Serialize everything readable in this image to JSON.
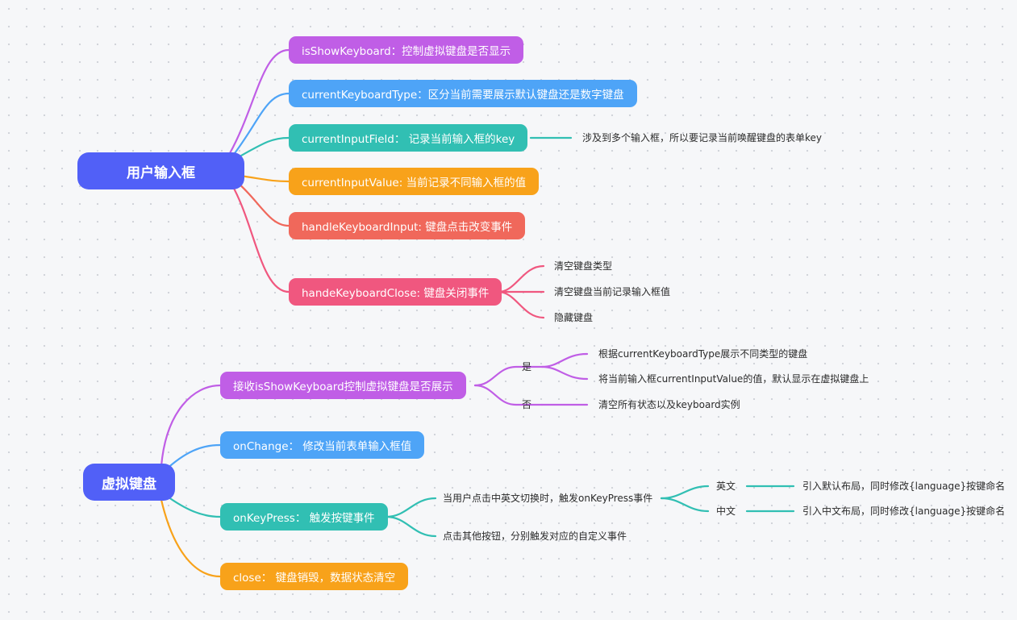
{
  "colors": {
    "root": "#5160f7",
    "purple": "#c05ee6",
    "blue": "#4ea4f7",
    "teal": "#31bfb3",
    "orange": "#f8a21a",
    "red": "#f0685b",
    "pink": "#f0577f"
  },
  "tree1": {
    "root": "用户输入框",
    "branches": [
      {
        "label": "isShowKeyboard：控制虚拟键盘是否显示"
      },
      {
        "label": "currentKeyboardType：区分当前需要展示默认键盘还是数字键盘"
      },
      {
        "label": "currentInputField： 记录当前输入框的key",
        "note": "涉及到多个输入框，所以要记录当前唤醒键盘的表单key"
      },
      {
        "label": "currentInputValue: 当前记录不同输入框的值"
      },
      {
        "label": "handleKeyboardInput: 键盘点击改变事件"
      },
      {
        "label": "handeKeyboardClose: 键盘关闭事件",
        "children": [
          "清空键盘类型",
          "清空键盘当前记录输入框值",
          "隐藏键盘"
        ]
      }
    ]
  },
  "tree2": {
    "root": "虚拟键盘",
    "branches": [
      {
        "label": "接收isShowKeyboard控制虚拟键盘是否展示",
        "yes": "是",
        "yes_items": [
          "根据currentKeyboardType展示不同类型的键盘",
          "将当前输入框currentInputValue的值，默认显示在虚拟键盘上"
        ],
        "no": "否",
        "no_item": "清空所有状态以及keyboard实例"
      },
      {
        "label": "onChange： 修改当前表单输入框值"
      },
      {
        "label": "onKeyPress： 触发按键事件",
        "switch_label": "当用户点击中英文切换时，触发onKeyPress事件",
        "en": "英文",
        "en_item": "引入默认布局，同时修改{language}按键命名",
        "zh": "中文",
        "zh_item": "引入中文布局，同时修改{language}按键命名",
        "other": "点击其他按钮，分别触发对应的自定义事件"
      },
      {
        "label": "close： 键盘销毁，数据状态清空"
      }
    ]
  }
}
